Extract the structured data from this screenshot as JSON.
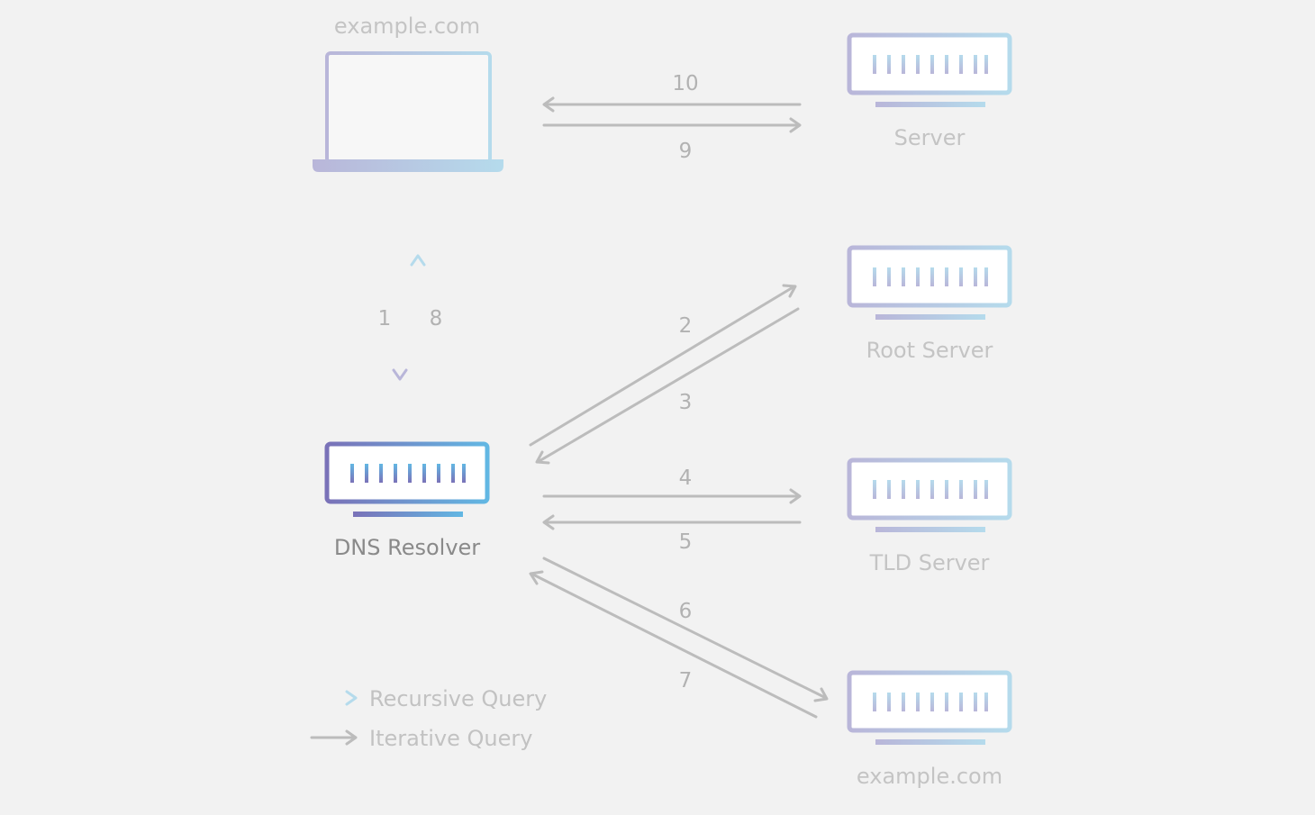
{
  "nodes": {
    "client_label": "example.com",
    "resolver_label": "DNS Resolver",
    "server_label": "Server",
    "root_label": "Root Server",
    "tld_label": "TLD Server",
    "authoritative_label": "example.com"
  },
  "steps": [
    "1",
    "2",
    "3",
    "4",
    "5",
    "6",
    "7",
    "8",
    "9",
    "10"
  ],
  "legend": {
    "recursive": "Recursive Query",
    "iterative": "Iterative Query"
  },
  "colors": {
    "background": "#f2f2f2",
    "arrow_iterative": "#bcbcbc",
    "gradient_start": "#b9b6d9",
    "gradient_end": "#b5dbec",
    "resolver_start": "#7a72b8",
    "resolver_end": "#62b7e3"
  }
}
